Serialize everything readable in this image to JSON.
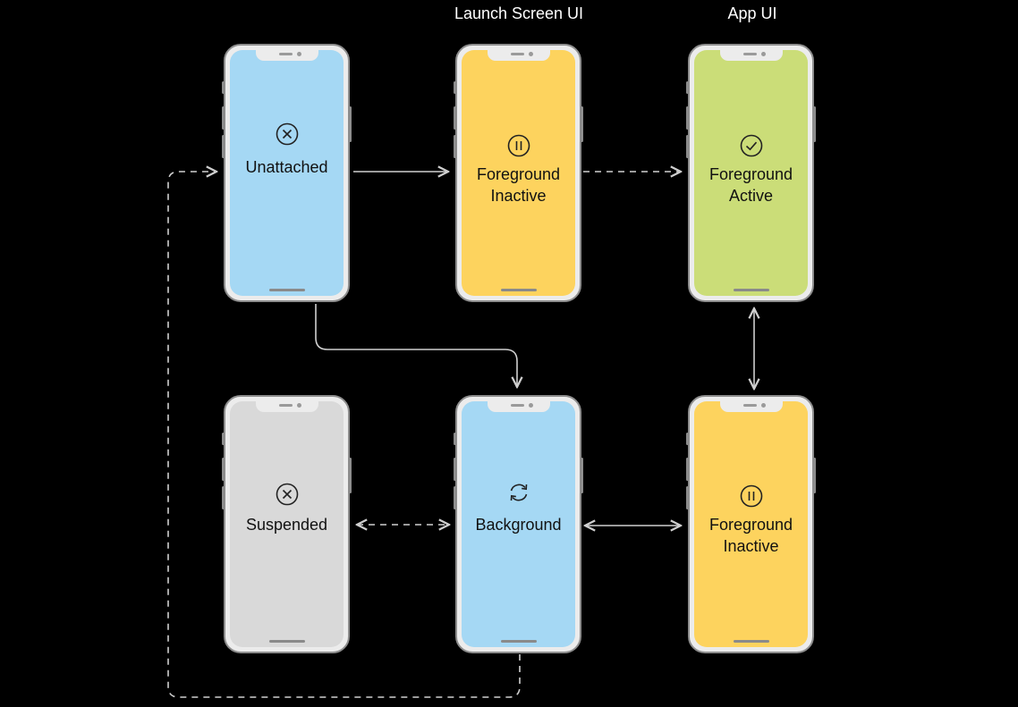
{
  "columns": {
    "launch_screen": "Launch Screen UI",
    "app": "App UI"
  },
  "colors": {
    "blue": "#a5d8f4",
    "yellow": "#fdd35e",
    "green": "#cbdd78",
    "gray": "#d9d9d9",
    "connector": "#cfcfcf"
  },
  "states": {
    "unattached": {
      "line1": "Unattached",
      "icon": "x-circle-icon"
    },
    "foreground_inactive_top": {
      "line1": "Foreground",
      "line2": "Inactive",
      "icon": "pause-circle-icon"
    },
    "foreground_active": {
      "line1": "Foreground",
      "line2": "Active",
      "icon": "check-circle-icon"
    },
    "suspended": {
      "line1": "Suspended",
      "icon": "x-circle-icon"
    },
    "background": {
      "line1": "Background",
      "icon": "refresh-arrows-icon"
    },
    "foreground_inactive_bottom": {
      "line1": "Foreground",
      "line2": "Inactive",
      "icon": "pause-circle-icon"
    }
  }
}
